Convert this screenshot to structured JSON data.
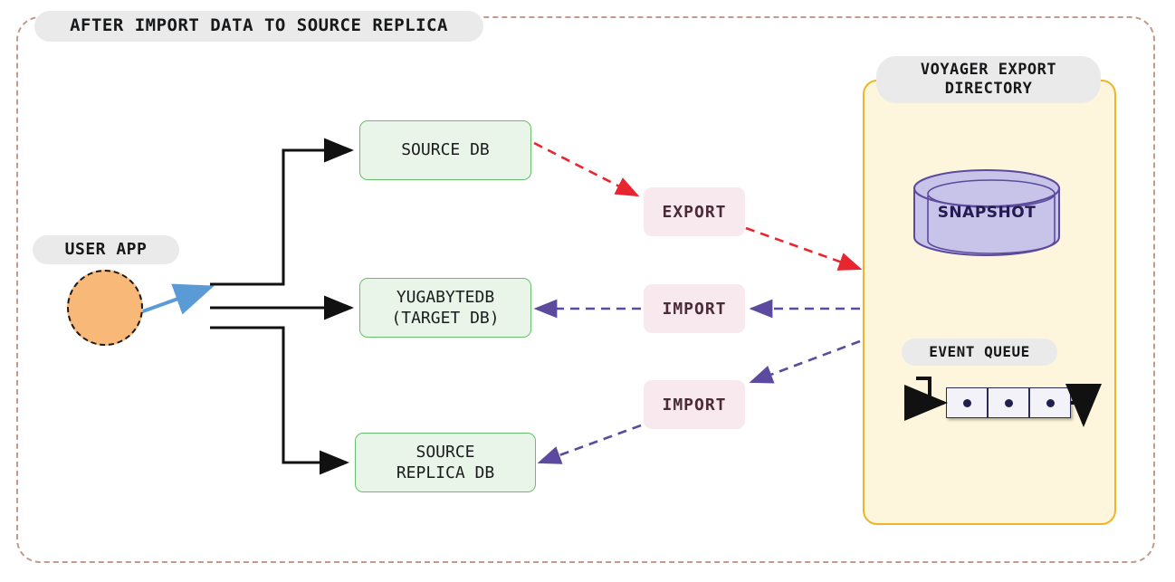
{
  "diagram": {
    "title": "AFTER IMPORT DATA TO SOURCE REPLICA",
    "background": "#ffffff",
    "frame_color": "#c49a88"
  },
  "user_app": {
    "label": "USER APP",
    "shape": "circle",
    "fill": "#f8b878",
    "border": "#1a1a1a",
    "arrow_color": "#5b9bd5"
  },
  "databases": [
    {
      "id": "source-db",
      "label": "SOURCE DB",
      "fill": "#e9f5e9",
      "border": "#6abf6e"
    },
    {
      "id": "target-db",
      "label": "YUGABYTEDB\n(TARGET DB)",
      "fill": "#e9f5e9",
      "border": "#6abf6e"
    },
    {
      "id": "source-replica-db",
      "label": "SOURCE\nREPLICA DB",
      "fill": "#e9f5e9",
      "border": "#6abf6e"
    }
  ],
  "actions": [
    {
      "id": "export",
      "label": "EXPORT",
      "fill": "#f8e9ef",
      "text_color": "#4a2b37",
      "arrow_color": "#e8262f"
    },
    {
      "id": "import-target",
      "label": "IMPORT",
      "fill": "#f8e9ef",
      "text_color": "#4a2b37",
      "arrow_color": "#5b4a9e"
    },
    {
      "id": "import-replica",
      "label": "IMPORT",
      "fill": "#f8e9ef",
      "text_color": "#4a2b37",
      "arrow_color": "#5b4a9e"
    }
  ],
  "voyager": {
    "title_line_1": "VOYAGER EXPORT",
    "title_line_2": "DIRECTORY",
    "fill": "#fdf6dc",
    "border": "#f0b429",
    "snapshot": {
      "label": "SNAPSHOT",
      "fill": "#c8c3e8",
      "border": "#5b4a9e",
      "text_color": "#241a52"
    },
    "event_queue": {
      "label": "EVENT QUEUE",
      "cells": [
        "event",
        "event",
        "event"
      ],
      "cell_fill": "#f2f2f8",
      "cell_border": "#2b2b55",
      "dot_color": "#20204d"
    }
  }
}
